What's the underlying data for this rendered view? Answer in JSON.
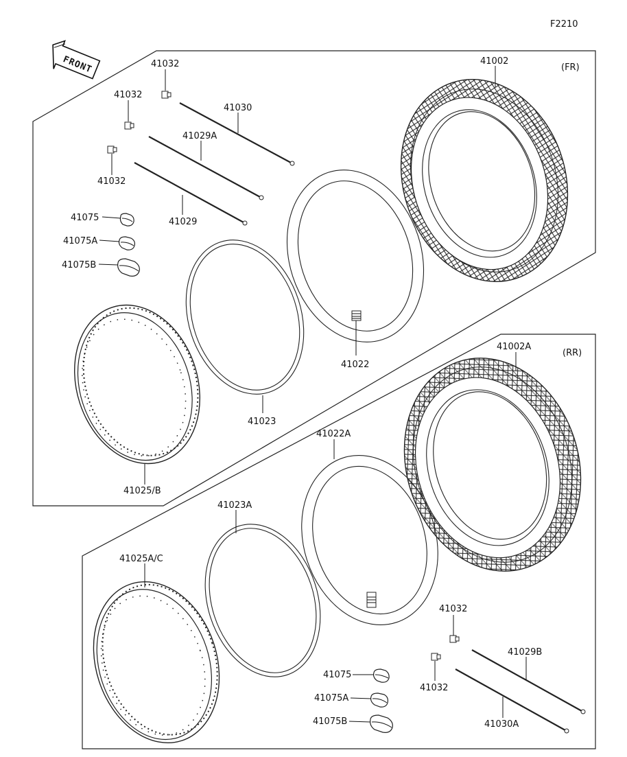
{
  "figure_code": "F2210",
  "front_label": "FRONT",
  "sections": {
    "front": "(FR)",
    "rear": "(RR)"
  },
  "parts_front": {
    "tire": "41002",
    "tube": "41022",
    "rim_band": "41023",
    "rim": "41025/B",
    "spoke_a": "41030",
    "spoke_b": "41029A",
    "spoke_c": "41029",
    "nipple_1": "41032",
    "nipple_2": "41032",
    "nipple_3": "41032",
    "weight_1": "41075",
    "weight_2": "41075A",
    "weight_3": "41075B"
  },
  "parts_rear": {
    "tire": "41002A",
    "tube": "41022A",
    "rim_band": "41023A",
    "rim": "41025A/C",
    "spoke_a": "41029B",
    "spoke_b": "41030A",
    "nipple_1": "41032",
    "nipple_2": "41032",
    "weight_1": "41075",
    "weight_2": "41075A",
    "weight_3": "41075B"
  }
}
